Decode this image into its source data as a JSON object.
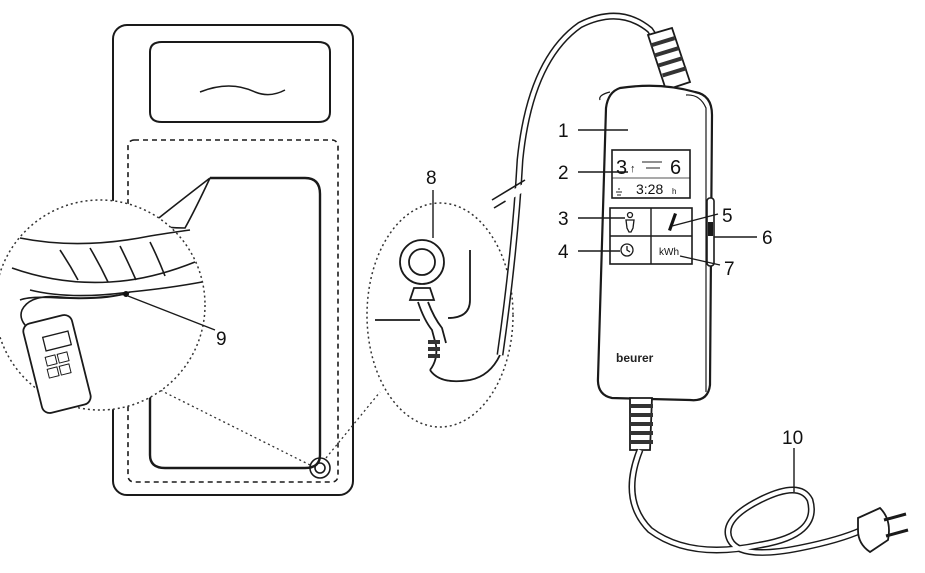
{
  "callouts": [
    {
      "id": "1",
      "label": "1"
    },
    {
      "id": "2",
      "label": "2"
    },
    {
      "id": "3",
      "label": "3"
    },
    {
      "id": "4",
      "label": "4"
    },
    {
      "id": "5",
      "label": "5"
    },
    {
      "id": "6",
      "label": "6"
    },
    {
      "id": "7",
      "label": "7"
    },
    {
      "id": "8",
      "label": "8"
    },
    {
      "id": "9",
      "label": "9"
    },
    {
      "id": "10",
      "label": "10"
    }
  ],
  "controller": {
    "brand": "beurer",
    "display": {
      "heat_level": "3",
      "heat_unit": "↑",
      "second_level": "6",
      "time": "3:28",
      "time_unit": "h"
    },
    "buttons": {
      "kwh_label": "kWh"
    }
  }
}
